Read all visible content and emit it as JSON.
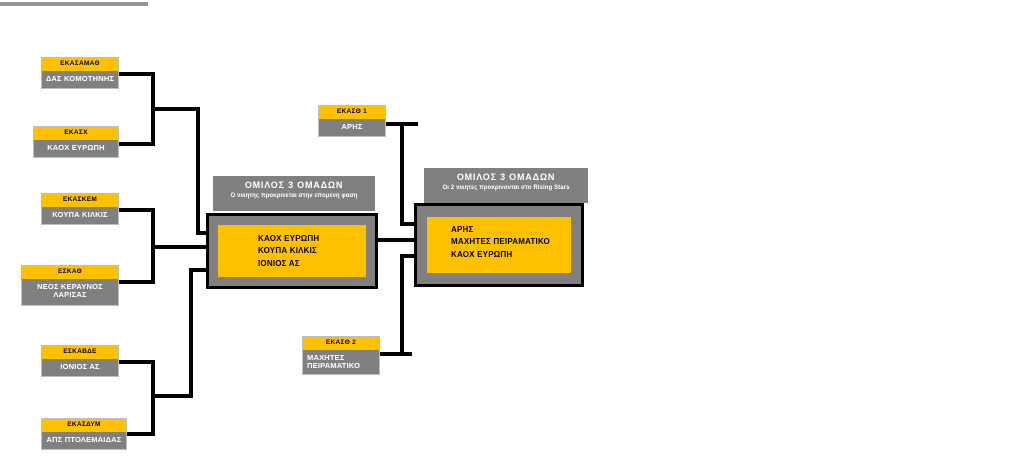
{
  "decor": {
    "top_rule": "top-rule"
  },
  "teams": [
    {
      "assoc": "ΕΚΑΣΑΜΑΘ",
      "name": "ΔΑΣ ΚΟΜΟΤΗΝΗΣ"
    },
    {
      "assoc": "ΕΚΑΣΧ",
      "name": "ΚΑΟΧ ΕΥΡΩΠΗ"
    },
    {
      "assoc": "ΕΚΑΣΚΕΜ",
      "name": "ΚΟΥΠΑ ΚΙΛΚΙΣ"
    },
    {
      "assoc": "ΕΣΚΑΘ",
      "name": "ΝΕΟΣ ΚΕΡΑΥΝΟΣ ΛΑΡΙΣΑΣ"
    },
    {
      "assoc": "ΕΣΚΑΒΔΕ",
      "name": "ΙΟΝΙΟΣ ΑΣ"
    },
    {
      "assoc": "ΕΚΑΣΔΥΜ",
      "name": "ΑΠΣ ΠΤΟΛΕΜΑΙΔΑΣ"
    }
  ],
  "qualifiers": [
    {
      "assoc": "ΕΚΑΣΘ 1",
      "name": "ΑΡΗΣ"
    },
    {
      "assoc": "ΕΚΑΣΘ 2",
      "name_line1": "ΜΑΧΗΤΕΣ",
      "name_line2": "ΠΕΙΡΑΜΑΤΙΚΟ"
    }
  ],
  "group_middle": {
    "title": "ΟΜΙΛΟΣ 3 ΟΜΑΔΩΝ",
    "subtitle": "Ο νικητης προκρινεται στην επομενη φαση",
    "members": [
      "ΚΑΟΧ ΕΥΡΩΠΗ",
      "ΚΟΥΠΑ ΚΙΛΚΙΣ",
      "ΙΟΝΙΟΣ ΑΣ"
    ]
  },
  "group_right": {
    "title": "ΟΜΙΛΟΣ 3 ΟΜΑΔΩΝ",
    "subtitle": "Οι 2 νικητες προκρινονται στο Rising Stars",
    "members": [
      "ΑΡΗΣ",
      "ΜΑΧΗΤΕΣ ΠΕΙΡΑΜΑΤΙΚΟ",
      "ΚΑΟΧ ΕΥΡΩΠΗ"
    ]
  },
  "colors": {
    "accent": "#FFC000",
    "panel": "#808080",
    "line": "#000000",
    "rule": "#969696",
    "card_border": "#bfbfbf"
  }
}
